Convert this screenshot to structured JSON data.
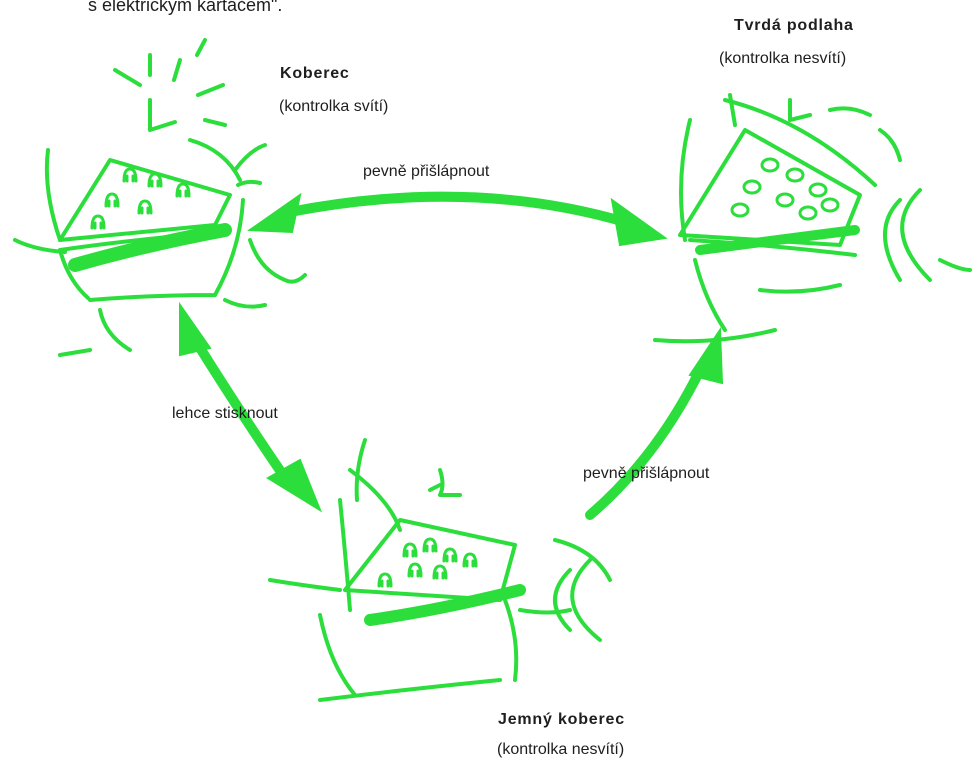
{
  "intro_fragment": "s elektrickým kartáčem\".",
  "nodes": {
    "carpet": {
      "title": "Koberec",
      "status": "(kontrolka svítí)"
    },
    "hard_floor": {
      "title": "Tvrdá podlaha",
      "status": "(kontrolka nesvítí)"
    },
    "soft_carpet": {
      "title": "Jemný koberec",
      "status": "(kontrolka nesvítí)"
    }
  },
  "transitions": {
    "carpet_hard": "pevně přišlápnout",
    "carpet_soft": "lehce stisknout",
    "soft_hard": "pevně přišlápnout"
  },
  "colors": {
    "sketch": "#2cde3c",
    "text": "#1e1e1e"
  }
}
